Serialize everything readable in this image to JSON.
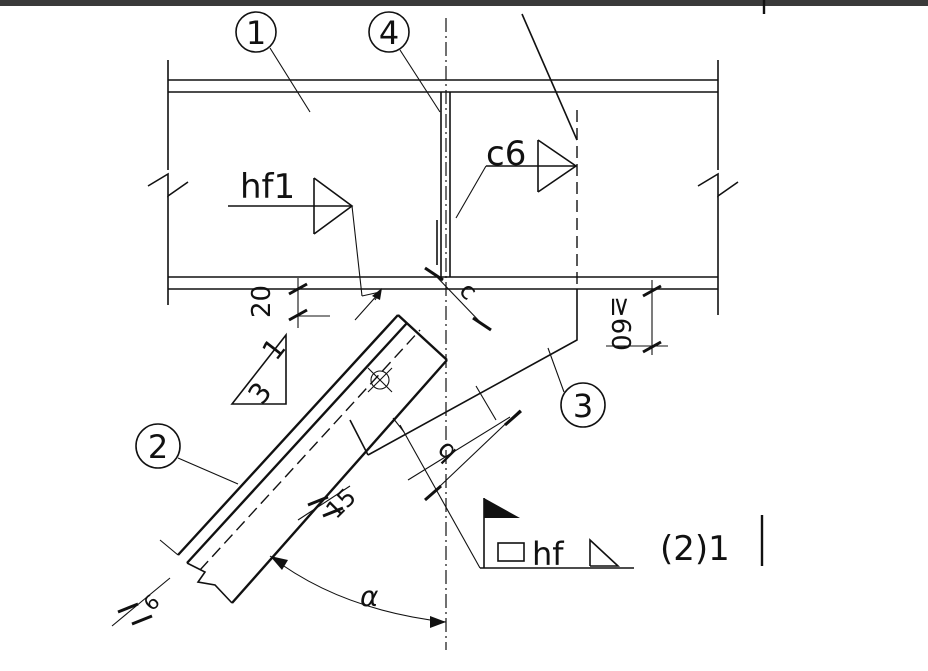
{
  "callouts": {
    "c1": "1",
    "c2": "2",
    "c3": "3",
    "c4": "4"
  },
  "weld_labels": {
    "hf1": "hf1",
    "c6": "c6",
    "hf": "hf",
    "top_ref": "(2)1"
  },
  "dimensions": {
    "d20": "20",
    "d60": "≥60",
    "d15": "15",
    "d6": "6",
    "db": "b",
    "dc": "c"
  },
  "slope": {
    "run": "3",
    "rise": "1"
  },
  "angle": {
    "alpha": "α"
  }
}
